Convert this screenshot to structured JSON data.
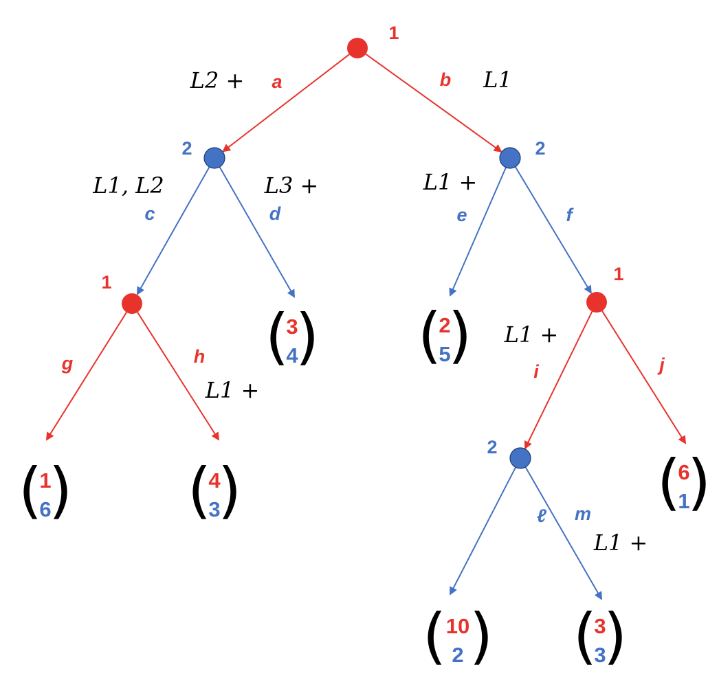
{
  "colors": {
    "player1": "#e8332d",
    "player2": "#4472c4",
    "text": "#000000"
  },
  "nodes": [
    {
      "id": "root",
      "player": "1"
    },
    {
      "id": "n2_left",
      "player": "2"
    },
    {
      "id": "n2_right",
      "player": "2"
    },
    {
      "id": "n1_left",
      "player": "1"
    },
    {
      "id": "n1_right",
      "player": "1"
    },
    {
      "id": "n2_bottom",
      "player": "2"
    }
  ],
  "edges": [
    {
      "from": "root",
      "to": "n2_left",
      "action": "a",
      "condition": "L2 +"
    },
    {
      "from": "root",
      "to": "n2_right",
      "action": "b",
      "condition": "L1"
    },
    {
      "from": "n2_left",
      "to": "n1_left",
      "action": "c",
      "condition": "L1, L2"
    },
    {
      "from": "n2_left",
      "to": "leaf_d",
      "action": "d",
      "condition": "L3 +"
    },
    {
      "from": "n2_right",
      "to": "leaf_e",
      "action": "e",
      "condition": "L1 +"
    },
    {
      "from": "n2_right",
      "to": "n1_right",
      "action": "f",
      "condition": ""
    },
    {
      "from": "n1_left",
      "to": "leaf_g",
      "action": "g",
      "condition": ""
    },
    {
      "from": "n1_left",
      "to": "leaf_h",
      "action": "h",
      "condition": "L1 +"
    },
    {
      "from": "n1_right",
      "to": "n2_bottom",
      "action": "i",
      "condition": "L1 +"
    },
    {
      "from": "n1_right",
      "to": "leaf_j",
      "action": "j",
      "condition": ""
    },
    {
      "from": "n2_bottom",
      "to": "leaf_l",
      "action": "ℓ",
      "condition": ""
    },
    {
      "from": "n2_bottom",
      "to": "leaf_m",
      "action": "m",
      "condition": "L1 +"
    }
  ],
  "payoffs": [
    {
      "id": "leaf_g",
      "p1": "1",
      "p2": "6"
    },
    {
      "id": "leaf_h",
      "p1": "4",
      "p2": "3"
    },
    {
      "id": "leaf_d",
      "p1": "3",
      "p2": "4"
    },
    {
      "id": "leaf_e",
      "p1": "2",
      "p2": "5"
    },
    {
      "id": "leaf_j",
      "p1": "6",
      "p2": "1"
    },
    {
      "id": "leaf_l",
      "p1": "10",
      "p2": "2"
    },
    {
      "id": "leaf_m",
      "p1": "3",
      "p2": "3"
    }
  ]
}
